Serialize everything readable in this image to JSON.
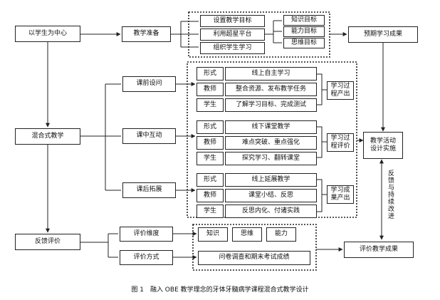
{
  "nodes": {
    "student_center": "以学生为中心",
    "teaching_prep": "教学准备",
    "set_goals": "设置教学目标",
    "use_platform": "利用超星平台",
    "organize_learning": "组织学生学习",
    "knowledge_goal": "知识目标",
    "ability_goal": "能力目标",
    "thinking_goal": "思维目标",
    "expected_outcome": "预期学习成果",
    "blended_teaching": "混合式教学",
    "pre_class": "课前设问",
    "in_class": "课中互动",
    "after_class": "课后拓展",
    "form_label": "形式",
    "teacher_label": "教师",
    "student_label": "学生",
    "pre_form": "线上自主学习",
    "pre_teacher": "整合资源、发布教学任务",
    "pre_student": "了解学习目标、完成测试",
    "pre_result": "学习过\n程产出",
    "in_form": "线下课堂教学",
    "in_teacher": "难点突破、重点强化",
    "in_student": "探究学习、翻转课堂",
    "in_result": "学习过\n程评价",
    "after_form": "线上延展教学",
    "after_teacher": "课堂小结、反思",
    "after_student": "反思内化、付诸实践",
    "after_result": "学习成\n果产出",
    "activity_design": "教学活动\n设计实施",
    "feedback_improve": "反馈与持续改进",
    "feedback_eval": "反馈评价",
    "eval_dimension": "评价维度",
    "eval_method": "评价方式",
    "dim_knowledge": "知识",
    "dim_thinking": "思维",
    "dim_ability": "能力",
    "method_text": "问卷调查和期末考试成绩",
    "eval_outcome": "评价教学成果"
  },
  "caption": "图 1　融入 OBE 教学理念的牙体牙髓病学课程混合式教学设计"
}
